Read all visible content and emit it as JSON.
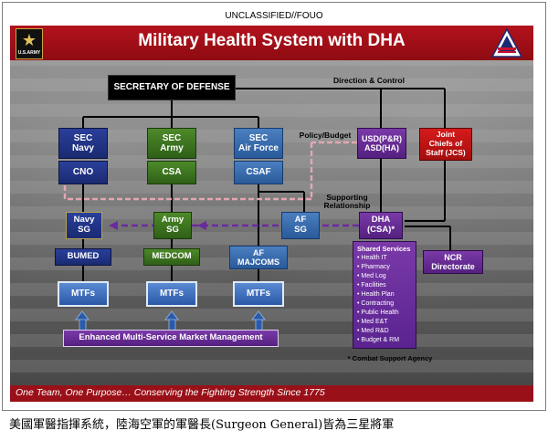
{
  "classification": "UNCLASSIFIED//FOUO",
  "title": "Military Health System with DHA",
  "army_logo_text": "U.S.ARMY",
  "footer": "One Team, One Purpose… Conserving the Fighting Strength Since 1775",
  "caption": "美國軍醫指揮系統，陸海空軍的軍醫長(Surgeon General)皆為三星將軍",
  "nodes": {
    "secdef": "SECRETARY OF DEFENSE",
    "sec_navy": "SEC\nNavy",
    "sec_army": "SEC\nArmy",
    "sec_af": "SEC\nAir Force",
    "cno": "CNO",
    "csa": "CSA",
    "csaf": "CSAF",
    "usd": "USD(P&R)\nASD(HA)",
    "jcs": "Joint\nChiefs of\nStaff (JCS)",
    "navy_sg": "Navy\nSG",
    "army_sg": "Army\nSG",
    "af_sg": "AF\nSG",
    "dha": "DHA\n(CSA)*",
    "bumed": "BUMED",
    "medcom": "MEDCOM",
    "af_majcoms": "AF\nMAJCOMS",
    "ncr": "NCR\nDirectorate",
    "mtf_navy": "MTFs",
    "mtf_army": "MTFs",
    "mtf_af": "MTFs",
    "emsmm": "Enhanced Multi-Service Market Management"
  },
  "labels": {
    "direction_control": "Direction & Control",
    "policy_budget": "Policy/Budget",
    "supporting": "Supporting\nRelationship",
    "combat_support": "* Combat Support Agency"
  },
  "shared_services": {
    "header": "Shared Services",
    "items": [
      "• Health IT",
      "• Pharmacy",
      "• Med Log",
      "• Facilities",
      "• Health Plan",
      "• Contracting",
      "• Public Health",
      "• Med E&T",
      "• Med R&D",
      "• Budget & RM"
    ]
  }
}
